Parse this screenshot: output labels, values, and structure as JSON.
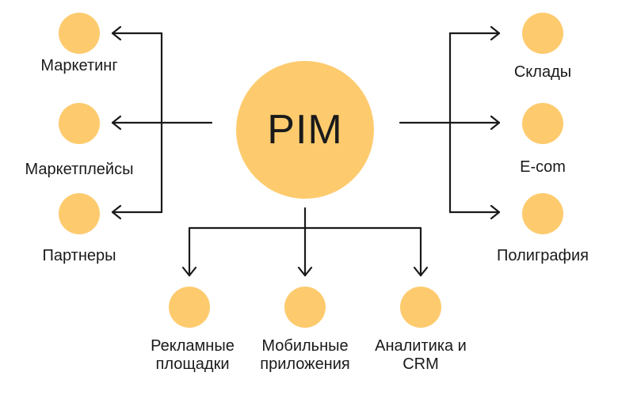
{
  "hub": {
    "label": "PIM"
  },
  "left": [
    {
      "label": "Маркетинг"
    },
    {
      "label": "Маркетплейсы"
    },
    {
      "label": "Партнеры"
    }
  ],
  "right": [
    {
      "label": "Склады"
    },
    {
      "label": "E-com"
    },
    {
      "label": "Полиграфия"
    }
  ],
  "bottom": [
    {
      "line1": "Рекламные",
      "line2": "площадки"
    },
    {
      "line1": "Мобильные",
      "line2": "приложения"
    },
    {
      "line1": "Аналитика и",
      "line2": "CRM"
    }
  ],
  "colors": {
    "node": "#FDCB6E",
    "line": "#1a1a1a"
  }
}
